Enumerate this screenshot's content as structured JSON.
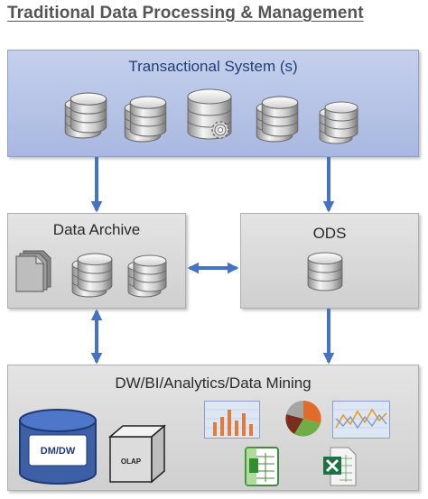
{
  "title": "Traditional Data Processing & Management",
  "transactional": {
    "label": "Transactional System (s)"
  },
  "archive": {
    "label": "Data Archive"
  },
  "ods": {
    "label": "ODS"
  },
  "dw": {
    "label": "DW/BI/Analytics/Data Mining",
    "dmdw_label": "DM/DW",
    "olap_label": "OLAP"
  },
  "colors": {
    "arrow": "#4472c4",
    "blue_panel": "#b4c2e6",
    "gray_panel": "#d9d9d9"
  },
  "icons": [
    "database-icon",
    "database-gear-icon",
    "documents-icon",
    "cube-icon",
    "bar-chart-icon",
    "pie-chart-icon",
    "line-chart-icon",
    "spreadsheet-icon",
    "excel-icon"
  ]
}
